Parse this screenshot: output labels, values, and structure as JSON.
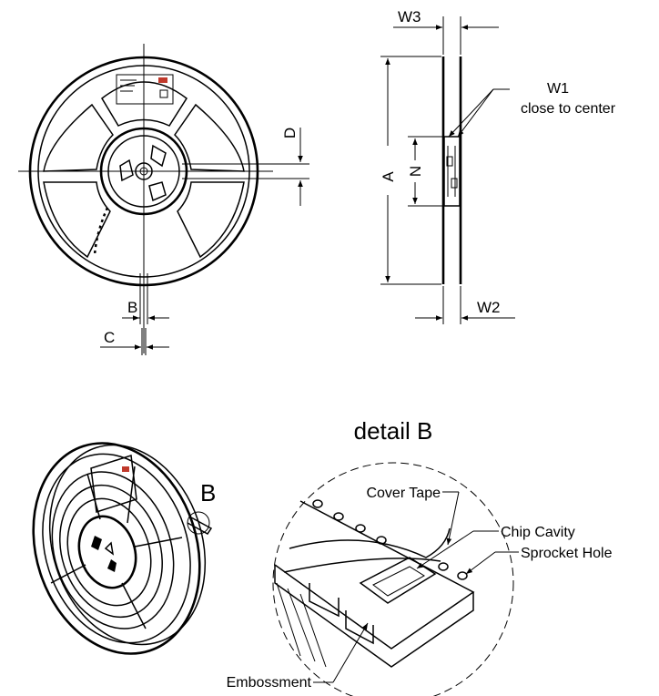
{
  "dimensions": {
    "w3": "W3",
    "w1": "W1",
    "w1_note": "close to center",
    "a": "A",
    "n": "N",
    "d": "D",
    "b": "B",
    "c": "C",
    "w2": "W2"
  },
  "detail": {
    "title": "detail B",
    "callout": "B",
    "cover_tape": "Cover Tape",
    "chip_cavity": "Chip Cavity",
    "sprocket_hole": "Sprocket Hole",
    "embossment": "Embossment"
  }
}
